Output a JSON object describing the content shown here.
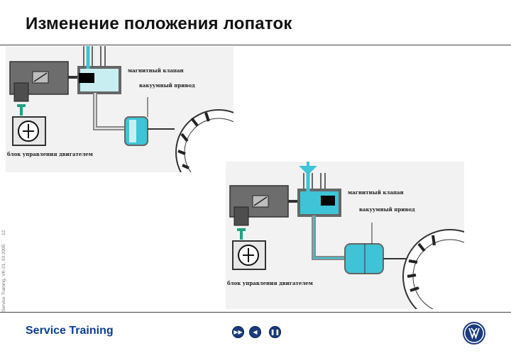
{
  "header": {
    "title": "Изменение положения лопаток"
  },
  "side": {
    "meta": "Service Training, VK-21, 03.2005",
    "page": "12"
  },
  "diagram_top": {
    "valve_label": "магнитный клапан",
    "actuator_label": "вакуумный привод",
    "ecu_label": "блок управления двигателем"
  },
  "diagram_bottom": {
    "valve_label": "магнитный клапан",
    "actuator_label": "вакуумный привод",
    "ecu_label": "блок управления двигателем"
  },
  "footer": {
    "label": "Service Training",
    "nav": {
      "first_icon": "▶▶",
      "prev_icon": "◀",
      "pause_icon": "❚❚"
    },
    "logo_text": "VW"
  },
  "colors": {
    "cyan": "#3fc3d6",
    "light_cyan": "#c9eef2",
    "block_gray": "#6d6d6d",
    "pipe_gray": "#8a8a8a",
    "green": "#1aa383",
    "brand_blue": "#0b3f8f"
  }
}
